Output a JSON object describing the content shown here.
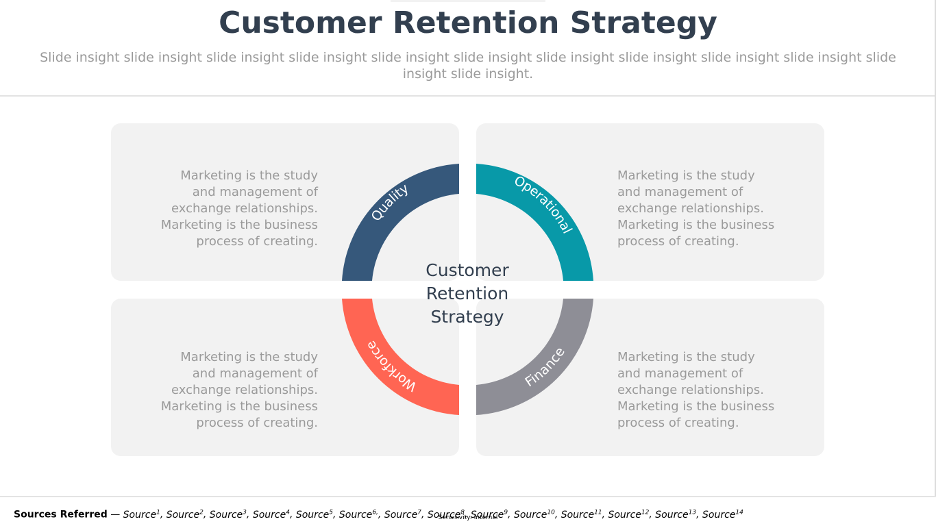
{
  "header": {
    "title": "Customer Retention Strategy",
    "subtitle": "Slide insight slide insight slide insight slide insight slide insight slide insight slide insight slide insight slide insight slide insight slide insight slide insight."
  },
  "center": {
    "label": "Customer Retention Strategy"
  },
  "segments": [
    {
      "label": "Quality",
      "color": "#36587b",
      "description": "Marketing is the study and management of exchange relationships. Marketing is the business process of creating."
    },
    {
      "label": "Operational",
      "color": "#0899a8",
      "description": "Marketing is the study and management of exchange relationships. Marketing is the business process of creating."
    },
    {
      "label": "Workforce",
      "color": "#ff6553",
      "description": "Marketing is the study and management of exchange relationships. Marketing is the business process of creating."
    },
    {
      "label": "Finance",
      "color": "#8e8e96",
      "description": "Marketing is the study and management of exchange relationships. Marketing is the business process of creating."
    }
  ],
  "footer": {
    "sources_heading": "Sources Referred",
    "sources_dash": " — ",
    "sources": [
      {
        "name": "Source",
        "num": "1",
        "sep": ", "
      },
      {
        "name": "Source",
        "num": "2",
        "sep": ", "
      },
      {
        "name": "Source",
        "num": "3",
        "sep": ", "
      },
      {
        "name": "Source",
        "num": "4",
        "sep": ", "
      },
      {
        "name": "Source",
        "num": "5",
        "sep": ", "
      },
      {
        "name": "Source",
        "num": "6,",
        "sep": ", "
      },
      {
        "name": "Source",
        "num": "7",
        "sep": ", "
      },
      {
        "name": "Source",
        "num": "8",
        "sep": ", "
      },
      {
        "name": "Source",
        "num": "9",
        "sep": ", "
      },
      {
        "name": "Source",
        "num": "10",
        "sep": ", "
      },
      {
        "name": "Source",
        "num": "11",
        "sep": ", "
      },
      {
        "name": "Source",
        "num": "12",
        "sep": ", "
      },
      {
        "name": "Source",
        "num": "13",
        "sep": ", "
      },
      {
        "name": "Source",
        "num": "14",
        "sep": ""
      }
    ],
    "sensitivity": "Sensitivity: Internal"
  }
}
